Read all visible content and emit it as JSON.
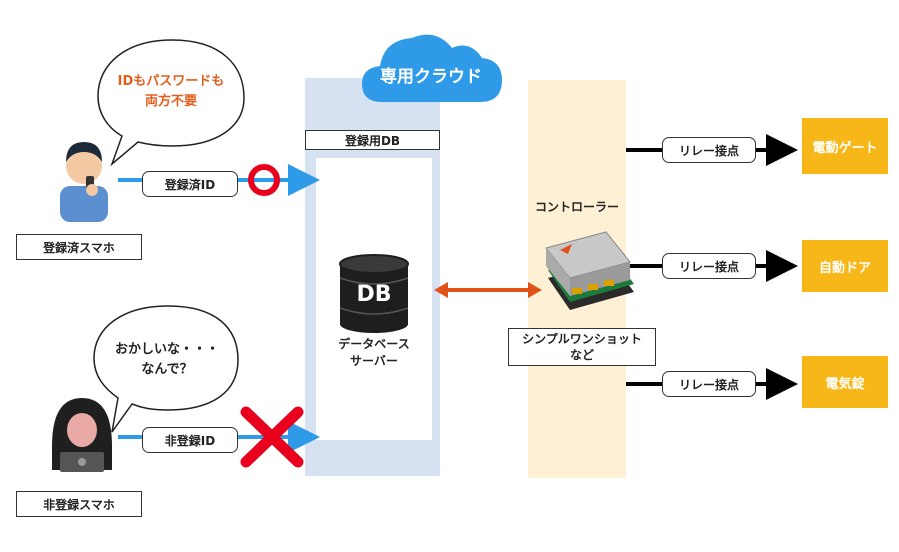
{
  "cloud": {
    "title": "専用クラウド"
  },
  "db": {
    "header": "登録用DB",
    "icon_text": "DB",
    "server_label_line1": "データベース",
    "server_label_line2": "サーバー"
  },
  "controller": {
    "title": "コントローラー",
    "caption_line1": "シンプルワンショット",
    "caption_line2": "など"
  },
  "registered": {
    "bubble_line1": "IDもパスワードも",
    "bubble_line2": "両方不要",
    "id_label": "登録済ID",
    "phone_label": "登録済スマホ"
  },
  "unregistered": {
    "bubble_line1": "おかしいな・・・",
    "bubble_line2": "なんで？",
    "id_label": "非登録ID",
    "phone_label": "非登録スマホ"
  },
  "outputs": [
    {
      "relay_label": "リレー接点",
      "device_label": "電動ゲート"
    },
    {
      "relay_label": "リレー接点",
      "device_label": "自動ドア"
    },
    {
      "relay_label": "リレー接点",
      "device_label": "電気錠"
    }
  ],
  "colors": {
    "accent_blue": "#2f9be8",
    "panel_blue": "#d6e1f2",
    "panel_cream": "#fdf0d4",
    "device_orange": "#f7b718",
    "ok_red": "#e8001c",
    "arrow_orange": "#e0521a",
    "bubble_text_orange": "#e35d1c"
  }
}
